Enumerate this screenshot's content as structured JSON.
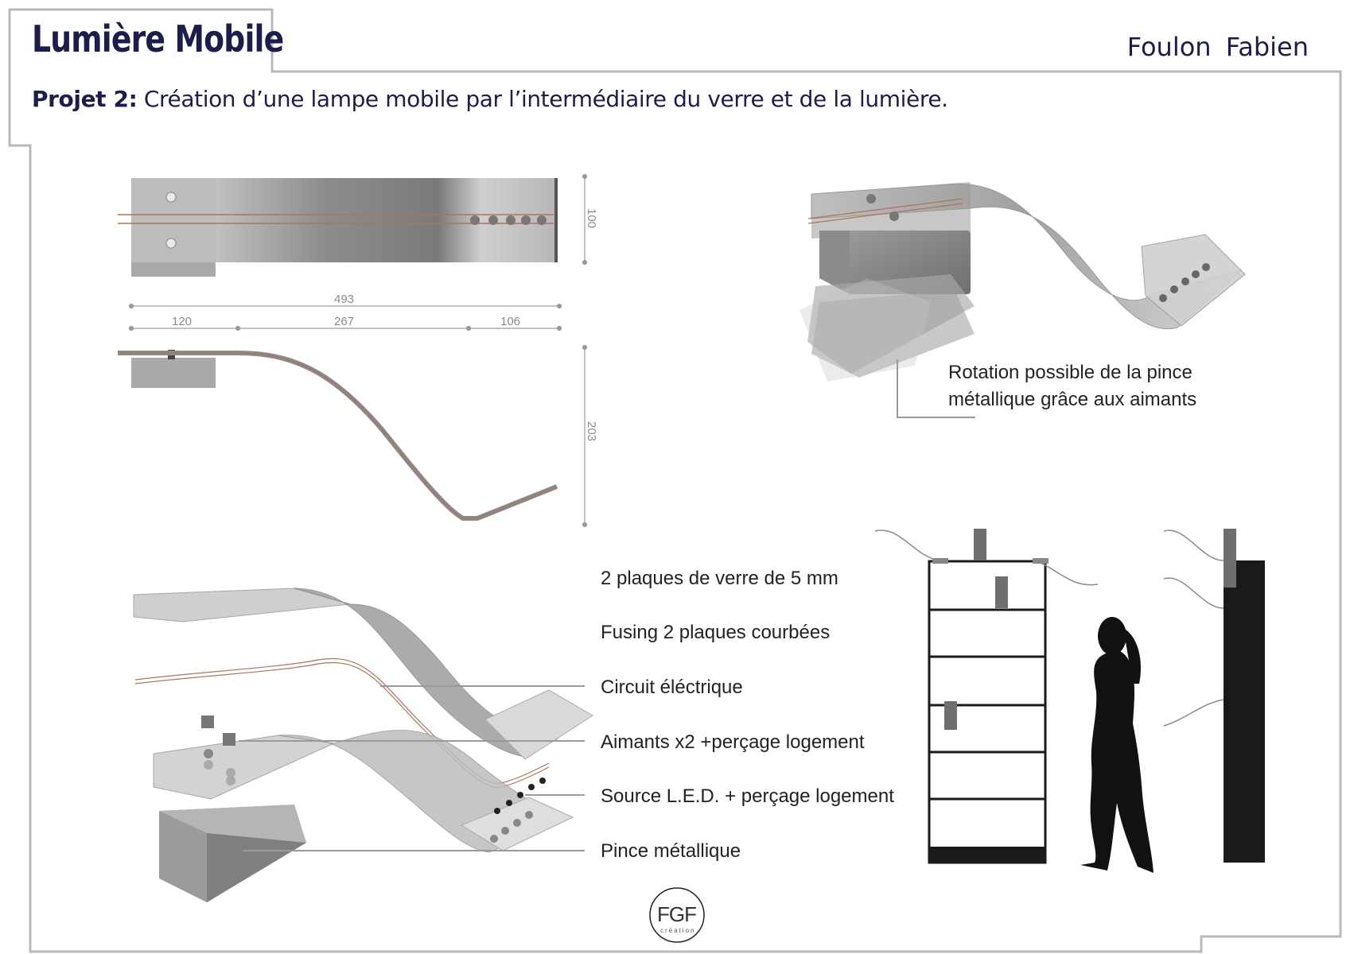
{
  "header": {
    "title": "Lumière Mobile",
    "author": "Foulon  Fabien",
    "subtitle_prefix": "Projet 2:",
    "subtitle_text": "Création d’une lampe mobile  par l’intermédiaire du verre et de la lumière."
  },
  "dimensions": {
    "height_top": "100",
    "total_length": "493",
    "segment_left": "120",
    "segment_middle": "267",
    "segment_right": "106",
    "height_side": "203"
  },
  "annotations": {
    "rotation_line1": "Rotation possible de la pince",
    "rotation_line2": "métallique grâce aux aimants",
    "glass_plates": "2 plaques de verre de 5 mm",
    "fusing": "Fusing 2 plaques courbées",
    "circuit": "Circuit éléctrique",
    "magnets": "Aimants x2 +perçage  logement",
    "led": "Source L.E.D. + perçage logement",
    "clamp": "Pince métallique"
  },
  "logo": {
    "letters": "FGF",
    "caption": "création"
  },
  "colors": {
    "title": "#1c1d4a",
    "frame": "#b9b9b9",
    "copper": "#b0725a",
    "glass": "#c8c8c8",
    "shelf": "#1a1a1a"
  }
}
